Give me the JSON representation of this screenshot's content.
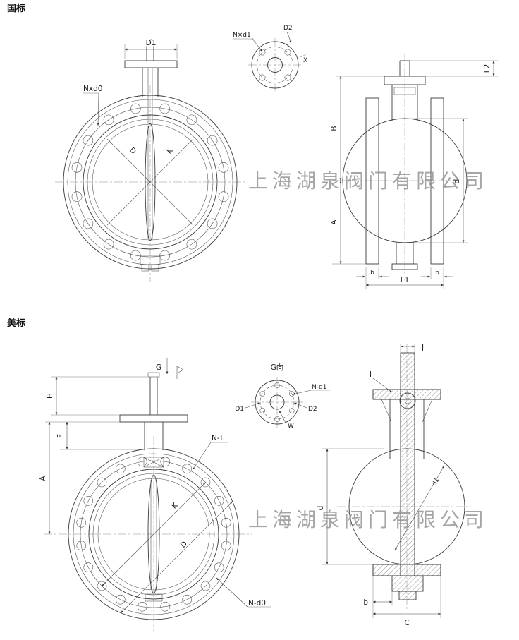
{
  "page": {
    "section_gb_title": "国标",
    "section_ansi_title": "美标",
    "watermark_text": "上海湖泉阀门有限公司",
    "colors": {
      "line": "#3b3b3b",
      "watermark": "#8f8f8f"
    }
  },
  "gb": {
    "front_labels": {
      "d1": "D1",
      "nxd0": "Nxd0",
      "d": "D",
      "k": "K"
    },
    "flange_face_labels": {
      "nxd1": "N×d1",
      "d2": "D2",
      "x": "X"
    },
    "side_labels": {
      "l2": "L2",
      "b_height": "B",
      "d": "d",
      "a": "A",
      "b_left": "b",
      "b_right": "b",
      "l1": "L1"
    }
  },
  "ansi": {
    "front_labels": {
      "g": "G",
      "h": "H",
      "f": "F",
      "a": "A",
      "n_t": "N-T",
      "k": "K",
      "d": "D",
      "n_d0": "N-d0"
    },
    "flange_face_labels": {
      "view_dir": "G向",
      "n_d1": "N-d1",
      "d1": "D1",
      "d2": "D2",
      "w": "W"
    },
    "side_labels": {
      "j": "J",
      "i": "I",
      "d": "d",
      "d1": "d1",
      "b": "b",
      "c": "C"
    }
  }
}
